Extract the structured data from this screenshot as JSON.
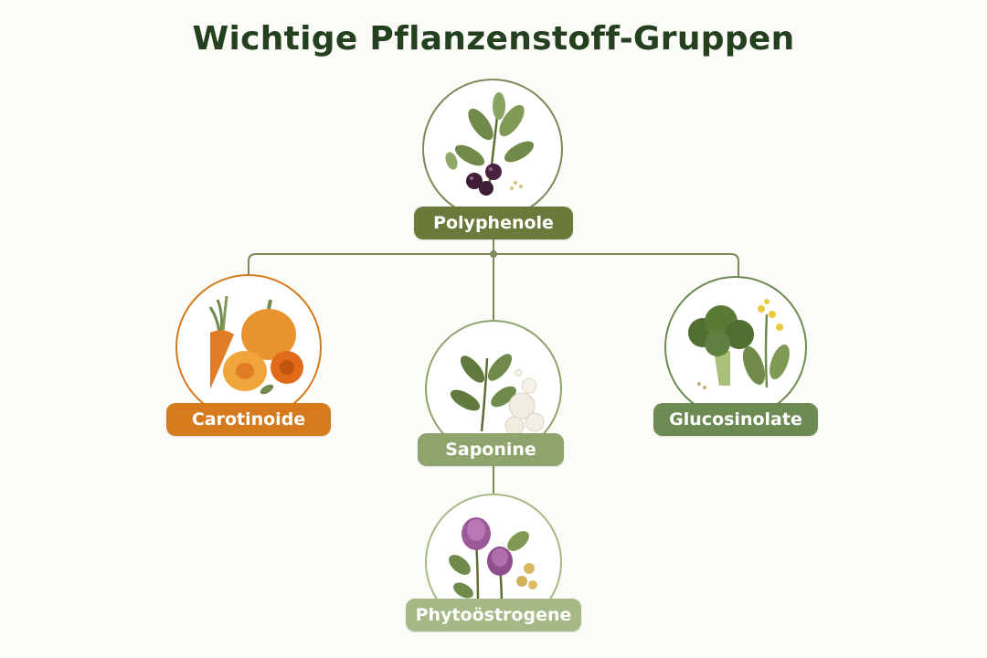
{
  "title": "Wichtige Pflanzenstoff-Gruppen",
  "colors": {
    "title": "#24401f",
    "line": "#7a8a5a",
    "polyphenole": "#6b7a3a",
    "carotinoide": "#d67a1e",
    "saponine": "#8ea46c",
    "glucosinolate": "#6c8a52",
    "phytooestrogene": "#a5b885"
  },
  "groups": [
    {
      "id": "polyphenole",
      "label": "Polyphenole",
      "icon": "leaves-berries-icon"
    },
    {
      "id": "carotinoide",
      "label": "Carotinoide",
      "icon": "carrot-pumpkin-icon"
    },
    {
      "id": "saponine",
      "label": "Saponine",
      "icon": "leaves-foam-icon"
    },
    {
      "id": "glucosinolate",
      "label": "Glucosinolate",
      "icon": "broccoli-icon"
    },
    {
      "id": "phytooestrogene",
      "label": "Phytoöstrogene",
      "icon": "clover-icon"
    }
  ]
}
